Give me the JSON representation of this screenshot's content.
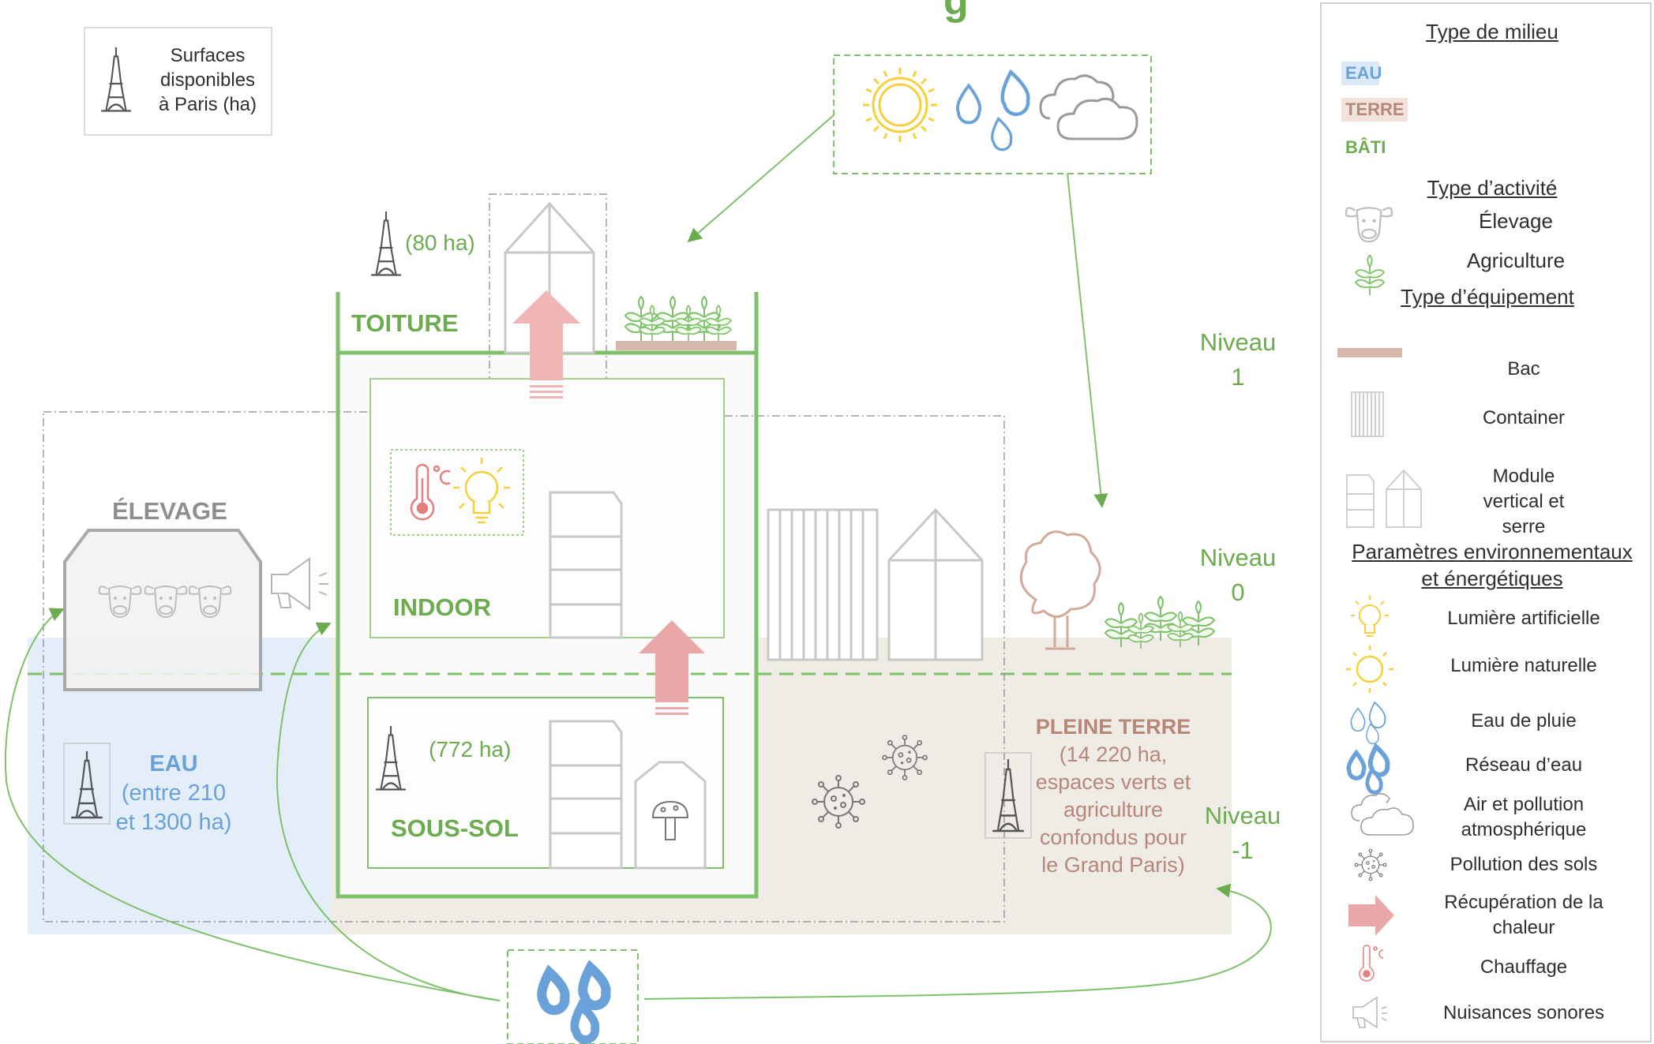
{
  "title_fragment": "g",
  "inset": {
    "text": [
      "Surfaces",
      "disponibles",
      "à Paris (ha)"
    ]
  },
  "levels": {
    "l1": [
      "Niveau",
      "1"
    ],
    "l0": [
      "Niveau",
      "0"
    ],
    "lm1": [
      "Niveau",
      "-1"
    ]
  },
  "zones": {
    "toiture": {
      "label": "TOITURE",
      "area": "(80 ha)"
    },
    "indoor": {
      "label": "INDOOR"
    },
    "soussol": {
      "label": "SOUS-SOL",
      "area": "(772 ha)"
    },
    "elevage": {
      "label": "ÉLEVAGE"
    },
    "eau": {
      "label": "EAU",
      "lines": [
        "(entre 210",
        "et 1300 ha)"
      ]
    },
    "pleine_terre": {
      "label": "PLEINE TERRE",
      "lines": [
        "(14 220 ha,",
        "espaces verts et",
        "agriculture",
        "confondus pour",
        "le Grand Paris)"
      ]
    }
  },
  "legend": {
    "milieu_title": "Type de milieu",
    "milieu": [
      {
        "label": "EAU",
        "color": "#6aa1d8",
        "bg": "#dbe9f7"
      },
      {
        "label": "TERRE",
        "color": "#b7877a",
        "bg": "#f1e3db"
      },
      {
        "label": "BÂTI",
        "color": "#6cac4f",
        "bg": "none"
      }
    ],
    "activite_title": "Type d’activité",
    "activite": [
      {
        "icon": "cow-icon",
        "label": "Élevage"
      },
      {
        "icon": "plant-icon",
        "label": "Agriculture"
      }
    ],
    "equipement_title": "Type d’équipement",
    "equipement": [
      {
        "icon": "bac-icon",
        "lines": [
          "Bac"
        ]
      },
      {
        "icon": "container-icon",
        "lines": [
          "Container"
        ]
      },
      {
        "icon": "module-serre-icon",
        "lines": [
          "Module",
          "vertical et",
          "serre"
        ]
      }
    ],
    "param_title": [
      "Paramètres environnementaux",
      "et énergétiques"
    ],
    "params": [
      {
        "icon": "bulb-icon",
        "lines": [
          "Lumière artificielle"
        ]
      },
      {
        "icon": "sun-icon",
        "lines": [
          "Lumière naturelle"
        ]
      },
      {
        "icon": "rain-icon",
        "lines": [
          "Eau de pluie"
        ]
      },
      {
        "icon": "water-network-icon",
        "lines": [
          "Réseau d’eau"
        ]
      },
      {
        "icon": "cloud-icon",
        "lines": [
          "Air et pollution",
          "atmosphérique"
        ]
      },
      {
        "icon": "virus-icon",
        "lines": [
          "Pollution des sols"
        ]
      },
      {
        "icon": "heat-arrow-icon",
        "lines": [
          "Récupération de la",
          "chaleur"
        ]
      },
      {
        "icon": "thermometer-icon",
        "lines": [
          "Chauffage"
        ]
      },
      {
        "icon": "megaphone-icon",
        "lines": [
          "Nuisances sonores"
        ]
      }
    ]
  },
  "colors": {
    "green": "#6cac4f",
    "brown": "#b7877a",
    "blue": "#6aa1d8",
    "heat": "#eaa7a7",
    "sun": "#f7cf3c",
    "grey": "#bdbdbd"
  }
}
